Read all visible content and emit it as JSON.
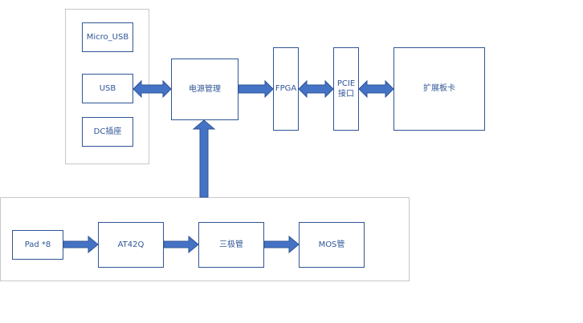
{
  "colors": {
    "accent": "#4472c4",
    "stroke": "#2f5597",
    "group_border": "#c8c8c8"
  },
  "nodes": {
    "micro_usb": "Micro_USB",
    "usb": "USB",
    "dc_socket": "DC插座",
    "power_mgmt": "电源管理",
    "fpga": "FPGA",
    "pcie": "PCIE\n接口",
    "expansion_card": "扩展板卡",
    "pad": "Pad *8",
    "at42q": "AT42Q",
    "transistor": "三极管",
    "mos": "MOS管"
  }
}
